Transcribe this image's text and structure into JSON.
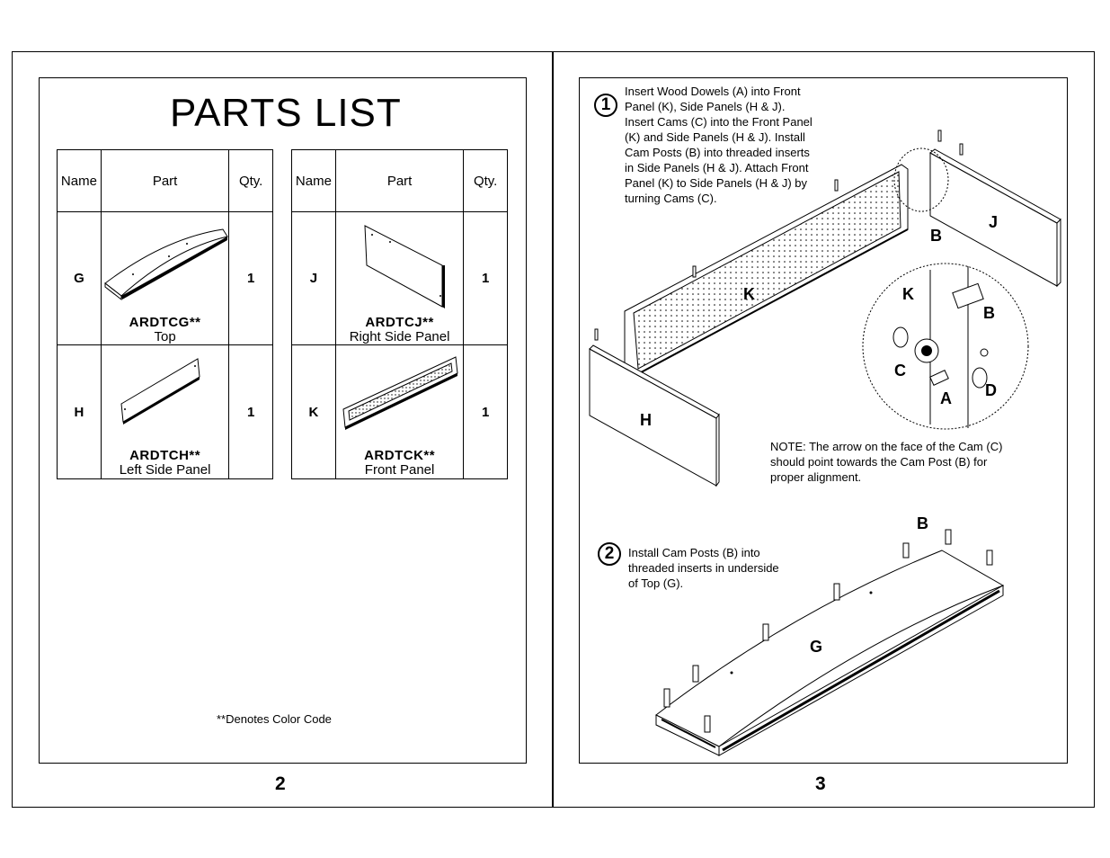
{
  "left_page": {
    "title": "PARTS LIST",
    "headers": {
      "name": "Name",
      "part": "Part",
      "qty": "Qty."
    },
    "parts": [
      {
        "letter": "G",
        "code": "ARDTCG**",
        "name": "Top",
        "qty": "1"
      },
      {
        "letter": "J",
        "code": "ARDTCJ**",
        "name": "Right Side Panel",
        "qty": "1"
      },
      {
        "letter": "H",
        "code": "ARDTCH**",
        "name": "Left Side Panel",
        "qty": "1"
      },
      {
        "letter": "K",
        "code": "ARDTCK**",
        "name": "Front Panel",
        "qty": "1"
      }
    ],
    "footnote": "**Denotes Color Code",
    "page_number": "2"
  },
  "right_page": {
    "step1": {
      "number": "1",
      "lines": [
        "Insert Wood Dowels (A) into Front",
        "Panel (K), Side Panels (H & J).",
        "Insert Cams (C) into the Front Panel",
        "(K) and Side Panels (H & J).  Install",
        "Cam Posts (B) into threaded inserts",
        "in Side Panels (H & J).  Attach Front",
        "Panel (K) to Side Panels (H & J) by",
        "turning Cams (C)."
      ]
    },
    "note": {
      "lines": [
        "NOTE:  The arrow on the face of the Cam (C)",
        "should point towards the Cam Post (B) for",
        "proper alignment."
      ]
    },
    "step2": {
      "number": "2",
      "lines": [
        "Install Cam Posts (B) into",
        "threaded inserts in underside",
        "of Top (G)."
      ]
    },
    "labels": {
      "j": "J",
      "b1": "B",
      "k1": "K",
      "k2": "K",
      "b2": "B",
      "c": "C",
      "a": "A",
      "d": "D",
      "h": "H",
      "b3": "B",
      "g": "G"
    },
    "page_number": "3"
  }
}
